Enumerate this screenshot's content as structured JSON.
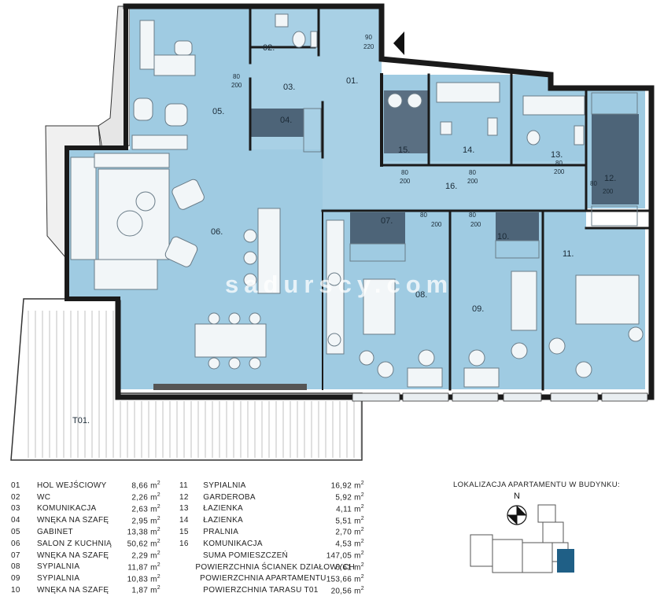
{
  "watermark": "sadurscy.com",
  "plan_labels": {
    "r01": "01.",
    "r02": "02.",
    "r03": "03.",
    "r04": "04.",
    "r05": "05.",
    "r06": "06.",
    "r07": "07.",
    "r08": "08.",
    "r09": "09.",
    "r10": "10.",
    "r11": "11.",
    "r12": "12.",
    "r13": "13.",
    "r14": "14.",
    "r15": "15.",
    "r16": "16.",
    "t01": "T01."
  },
  "door_dims": {
    "entry_w": "90",
    "entry_h": "220",
    "d80": "80",
    "d200": "200"
  },
  "legend_left": [
    {
      "num": "01",
      "name": "HOL WEJŚCIOWY",
      "area": "8,66 m"
    },
    {
      "num": "02",
      "name": "WC",
      "area": "2,26 m"
    },
    {
      "num": "03",
      "name": "KOMUNIKACJA",
      "area": "2,63 m"
    },
    {
      "num": "04",
      "name": "WNĘKA NA SZAFĘ",
      "area": "2,95 m"
    },
    {
      "num": "05",
      "name": "GABINET",
      "area": "13,38 m"
    },
    {
      "num": "06",
      "name": "SALON Z KUCHNIĄ",
      "area": "50,62 m"
    },
    {
      "num": "07",
      "name": "WNĘKA NA SZAFĘ",
      "area": "2,29 m"
    },
    {
      "num": "08",
      "name": "SYPIALNIA",
      "area": "11,87 m"
    },
    {
      "num": "09",
      "name": "SYPIALNIA",
      "area": "10,83 m"
    },
    {
      "num": "10",
      "name": "WNĘKA NA SZAFĘ",
      "area": "1,87 m"
    }
  ],
  "legend_right": [
    {
      "num": "11",
      "name": "SYPIALNIA",
      "area": "16,92 m"
    },
    {
      "num": "12",
      "name": "GARDEROBA",
      "area": "5,92 m"
    },
    {
      "num": "13",
      "name": "ŁAZIENKA",
      "area": "4,11 m"
    },
    {
      "num": "14",
      "name": "ŁAZIENKA",
      "area": "5,51 m"
    },
    {
      "num": "15",
      "name": "PRALNIA",
      "area": "2,70 m"
    },
    {
      "num": "16",
      "name": "KOMUNIKACJA",
      "area": "4,53 m"
    }
  ],
  "legend_summary": [
    {
      "name": "SUMA POMIESZCZEŃ",
      "area": "147,05 m"
    },
    {
      "name": "POWIERZCHNIA ŚCIANEK DZIAŁOWYCH",
      "area": "6,61 m"
    },
    {
      "name": "POWIERZCHNIA APARTAMENTU",
      "area": "153,66 m"
    },
    {
      "name": "POWIERZCHNIA TARASU T01",
      "area": "20,56 m"
    }
  ],
  "unit_superscript": "2",
  "location": {
    "title": "LOKALIZACJA APARTAMENTU W BUDYNKU:",
    "north": "N"
  },
  "colors": {
    "room_fill": "#9fcbe2",
    "room_fill_light": "#b4d8ea",
    "wall": "#1a1a1a",
    "closet": "#4d6478",
    "furniture": "#f2f6f8",
    "highlight": "#1f5f86"
  }
}
